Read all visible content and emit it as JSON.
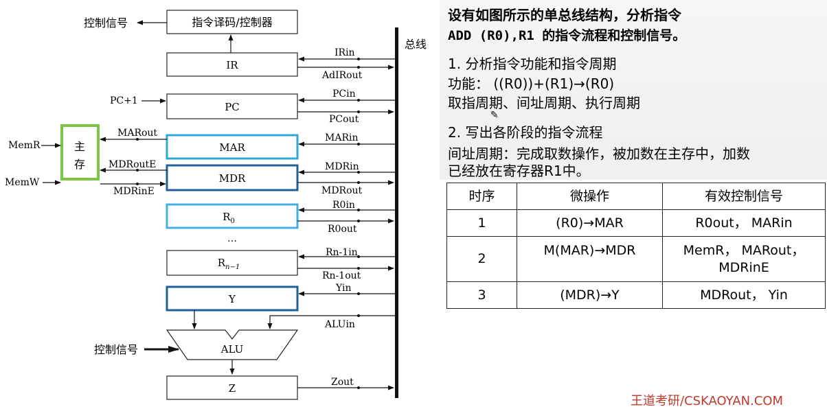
{
  "diagram": {
    "boxes": {
      "decoder": "指令译码/控制器",
      "ir": "IR",
      "pc": "PC",
      "mar": "MAR",
      "mdr": "MDR",
      "r0": "R",
      "r0_sub": "0",
      "rn": "R",
      "rn_sub": "n−1",
      "y": "Y",
      "alu": "ALU",
      "z": "Z",
      "memory_line1": "主",
      "memory_line2": "存",
      "ellipsis": "…"
    },
    "bus_label": "总线",
    "left_labels": {
      "control_out": "控制信号",
      "pc_plus1": "PC+1",
      "memr": "MemR",
      "memw": "MemW",
      "control_in": "控制信号"
    },
    "signals": {
      "irin": "IRin",
      "adirout": "AdIRout",
      "pcin": "PCin",
      "pcout": "PCout",
      "marin": "MARin",
      "mdrin": "MDRin",
      "mdrout": "MDRout",
      "r0in": "R0in",
      "r0out": "R0out",
      "rnin": "Rn-1in",
      "rnout": "Rn-1out",
      "yin": "Yin",
      "aluin": "ALUin",
      "zout": "Zout",
      "marout": "MARout",
      "mdroute": "MDRoutE",
      "mdrine": "MDRinE"
    },
    "colors": {
      "mar_border": "#2fa8d8",
      "mdr_border": "#1f5f9a",
      "r0_border": "#41b0e0",
      "y_border": "#1f5f9a",
      "memory_border": "#7cc542"
    }
  },
  "text": {
    "title_line1": "设有如图所示的单总线结构，分析指令",
    "title_line2": "ADD (R0),R1 的指令流程和控制信号。",
    "step1": "1. 分析指令功能和指令周期",
    "function_line": "功能： ((R0))+(R1)→(R0)",
    "cycles_line": "取指周期、间址周期、执行周期",
    "step2": "2. 写出各阶段的指令流程",
    "indirect_line1": "间址周期：完成取数操作，被加数在主存中，加数",
    "indirect_line2": "已经放在寄存器R1中。"
  },
  "table": {
    "headers": [
      "时序",
      "微操作",
      "有效控制信号"
    ],
    "rows": [
      {
        "step": "1",
        "micro": "(R0)→MAR",
        "signals_line1": "R0out， MARin",
        "signals_line2": ""
      },
      {
        "step": "2",
        "micro": "M(MAR)→MDR",
        "signals_line1": "MemR， MARout，",
        "signals_line2": "MDRinE"
      },
      {
        "step": "3",
        "micro": "(MDR)→Y",
        "signals_line1": "MDRout， Yin",
        "signals_line2": ""
      }
    ]
  },
  "watermark": "王道考研/CSKAOYAN.COM"
}
